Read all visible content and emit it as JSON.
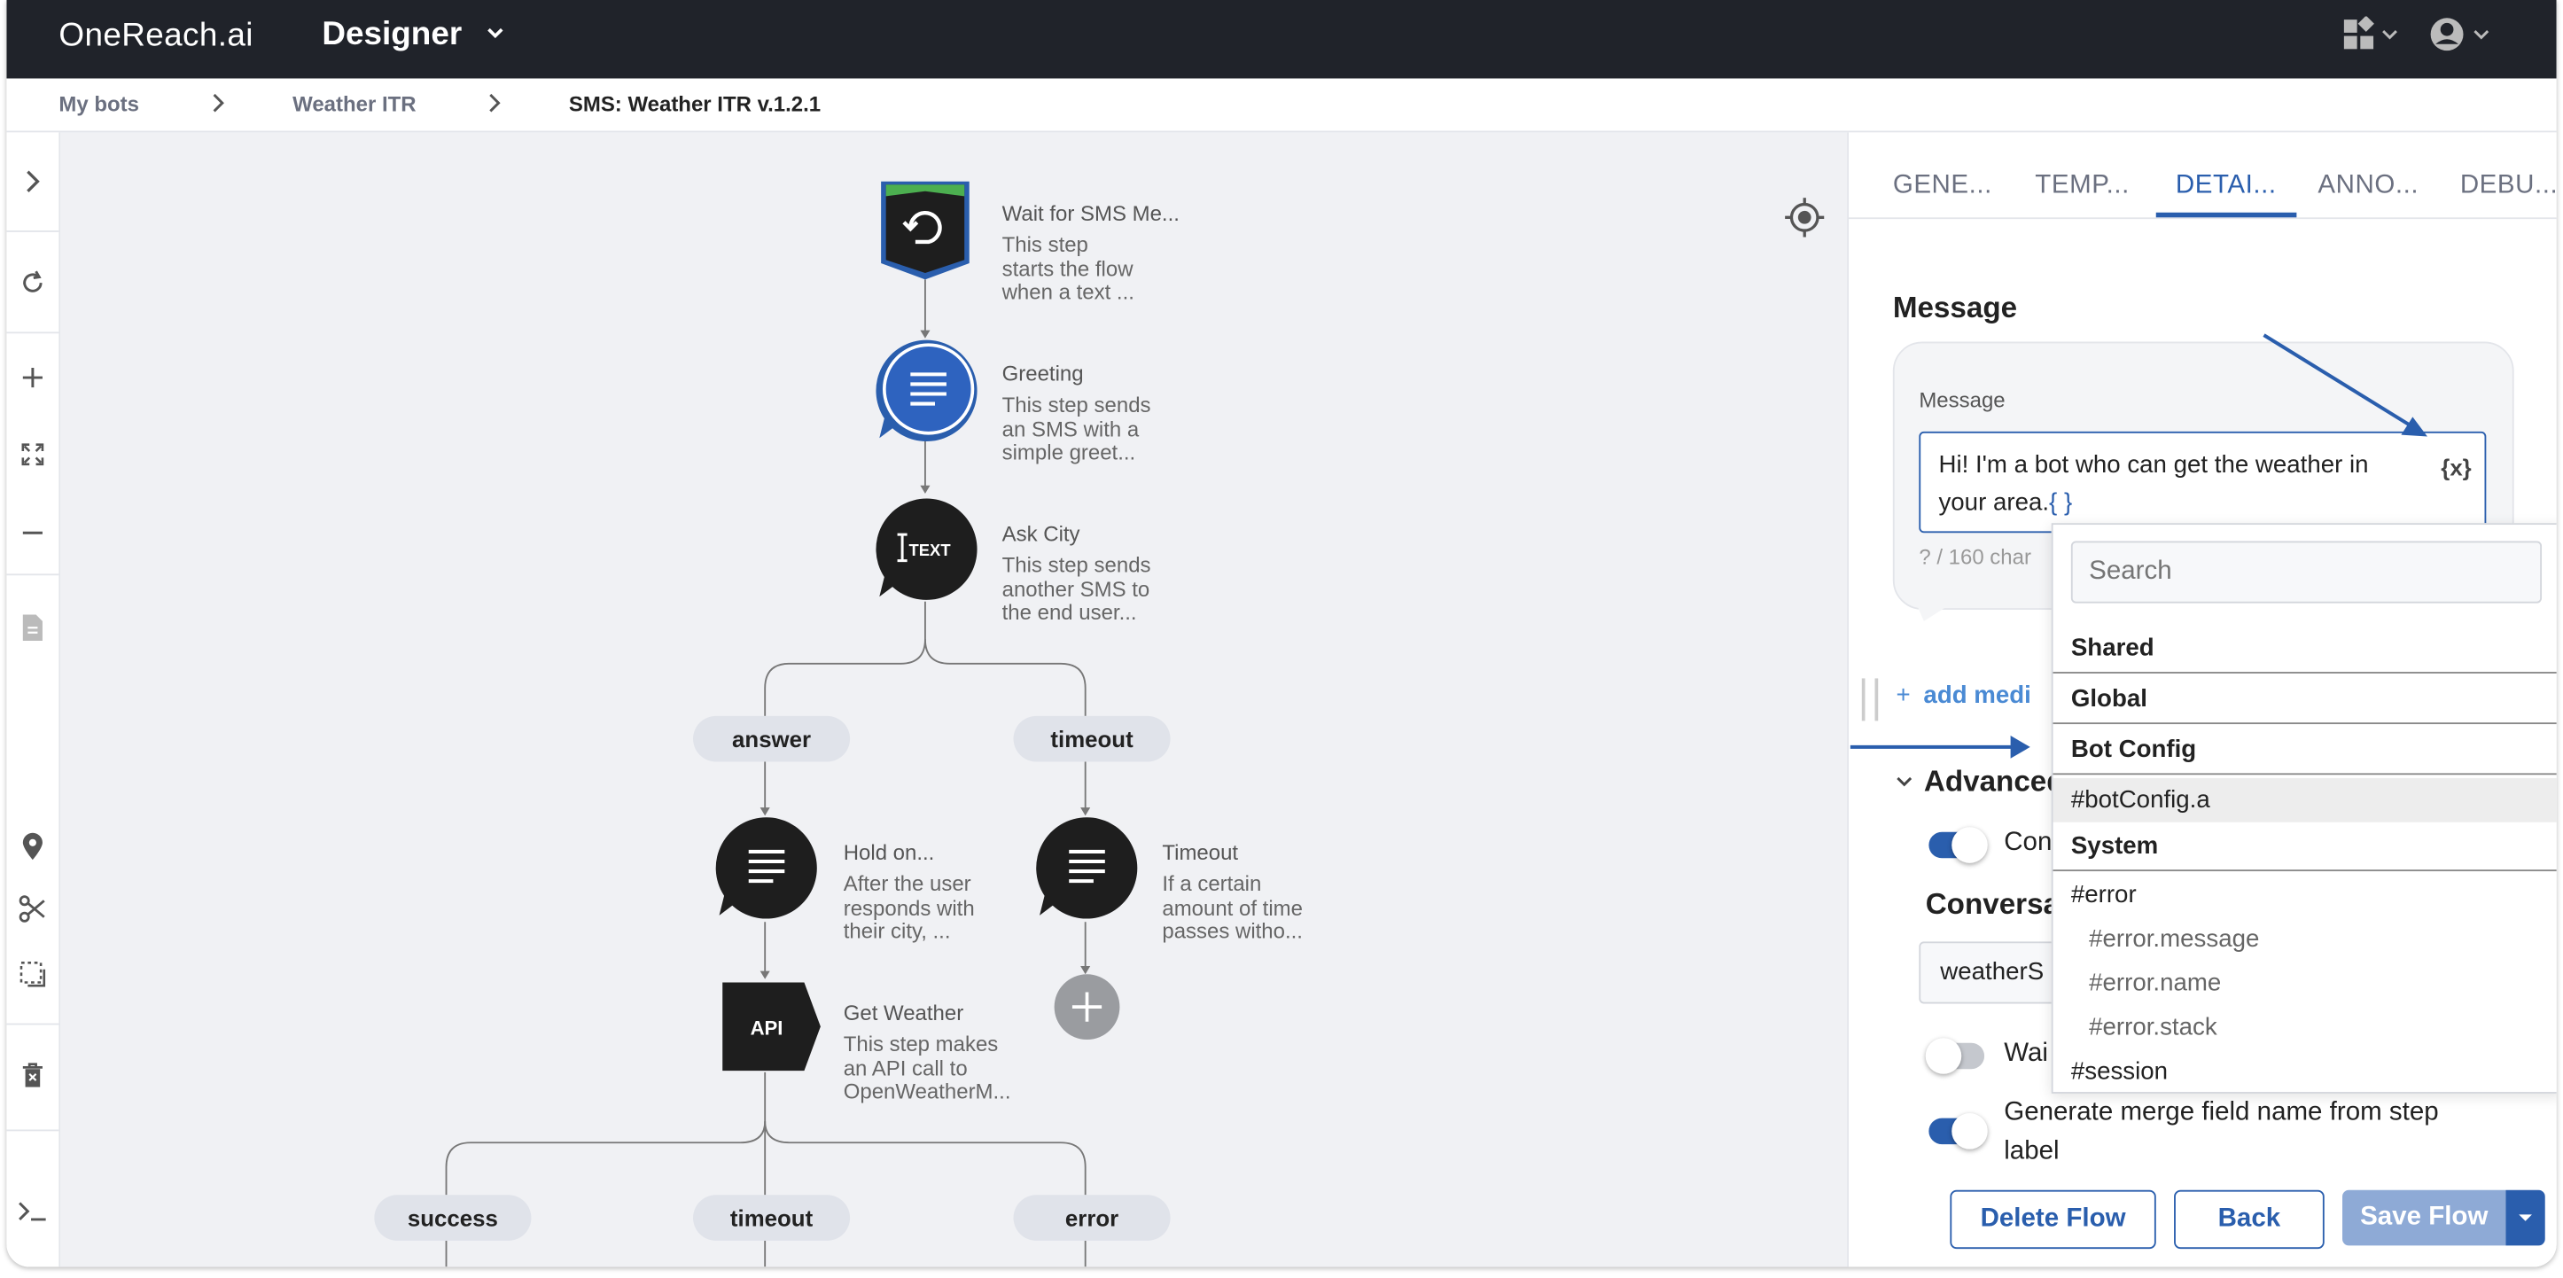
{
  "app": {
    "logo": "OneReach.ai",
    "title": "Designer"
  },
  "breadcrumb": {
    "items": [
      "My bots",
      "Weather ITR",
      "SMS: Weather ITR v.1.2.1"
    ]
  },
  "flow": {
    "nodes": [
      {
        "title": "Wait for SMS Me...",
        "desc": [
          "This step",
          "starts the flow",
          "when a text ..."
        ]
      },
      {
        "title": "Greeting",
        "desc": [
          "This step sends",
          "an SMS with a",
          "simple greet..."
        ]
      },
      {
        "title": "Ask City",
        "desc": [
          "This step sends",
          "another SMS to",
          "the end user..."
        ],
        "icon_text": "TEXT"
      },
      {
        "title": "Hold on...",
        "desc": [
          "After the user",
          "responds with",
          "their city, ..."
        ]
      },
      {
        "title": "Timeout",
        "desc": [
          "If a certain",
          "amount of time",
          "passes witho..."
        ]
      },
      {
        "title": "Get Weather",
        "desc": [
          "This step makes",
          "an API call to",
          "OpenWeatherM..."
        ],
        "icon_text": "API"
      }
    ],
    "branches": {
      "ask_city": [
        "answer",
        "timeout"
      ],
      "get_weather": [
        "success",
        "timeout",
        "error"
      ]
    }
  },
  "panel": {
    "tabs": [
      "GENE...",
      "TEMP...",
      "DETAI...",
      "ANNO...",
      "DEBU..."
    ],
    "active_tab": "DETAI...",
    "section_title": "Message",
    "message_label": "Message",
    "message_text": "Hi! I'm a bot who can get the weather in your area.",
    "message_var": "{ }",
    "merge_icon": "{x}",
    "char_count": "? / 160 char",
    "add_media": "add medi",
    "advanced": "Advanced",
    "toggle1_label": "Con",
    "conversation_label": "Conversa",
    "conversation_value": "weatherS",
    "toggle2_label": "Wai",
    "generate_label_line1": "Generate merge field name from step",
    "generate_label_line2": "label",
    "buttons": {
      "delete": "Delete Flow",
      "back": "Back",
      "save": "Save Flow"
    }
  },
  "dropdown": {
    "search_placeholder": "Search",
    "groups": [
      {
        "name": "Shared"
      },
      {
        "name": "Global"
      },
      {
        "name": "Bot Config",
        "items": [
          "#botConfig.a"
        ]
      },
      {
        "name": "System",
        "items": [
          "#error"
        ],
        "subitems": [
          "#error.message",
          "#error.name",
          "#error.stack"
        ],
        "after": [
          "#session"
        ]
      }
    ]
  },
  "colors": {
    "accent": "#2a5ead",
    "topbar": "#20232a",
    "canvas": "#f0f1f4",
    "toggle_on": "#2a5ead",
    "toggle_off": "#c5c8ce"
  }
}
